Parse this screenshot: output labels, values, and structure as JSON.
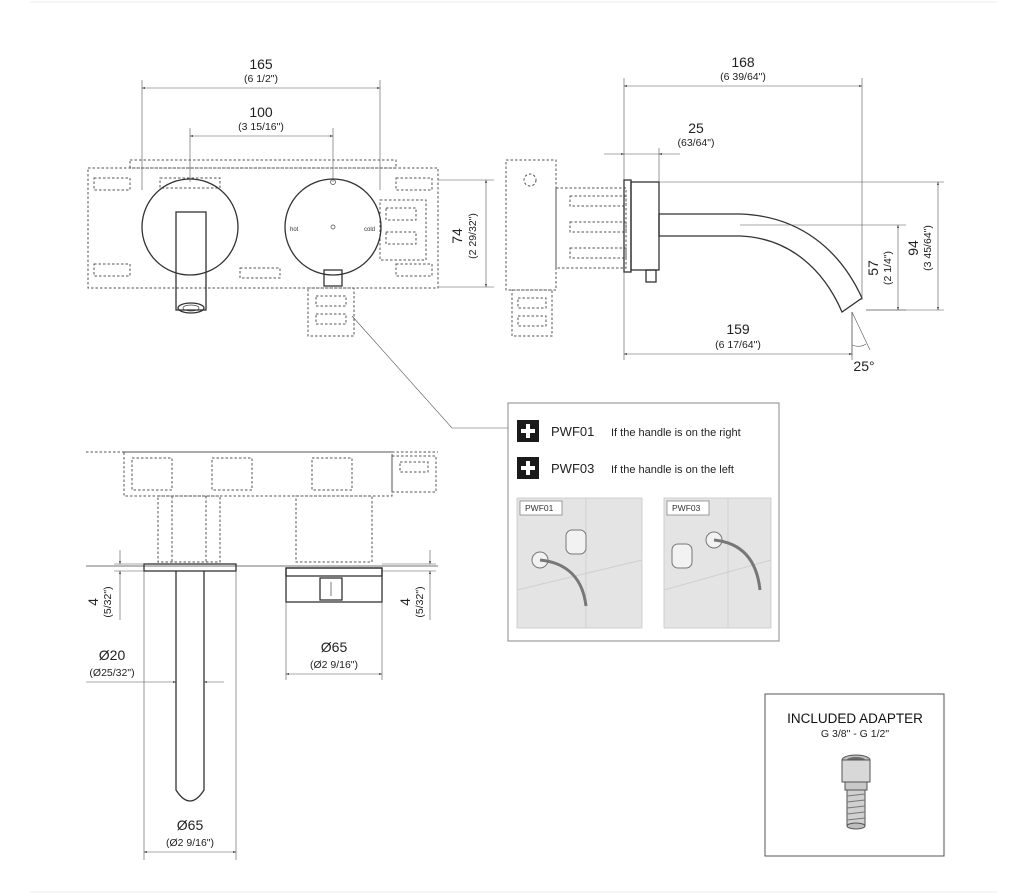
{
  "front_view": {
    "width_total": {
      "value": "165",
      "imperial": "(6 1/2\")"
    },
    "center_distance": {
      "value": "100",
      "imperial": "(3 15/16\")"
    },
    "height": {
      "value": "74",
      "imperial": "(2 29/32\")"
    },
    "handle_labels": {
      "hot": "hot",
      "cold": "cold"
    }
  },
  "side_view": {
    "projection": {
      "value": "168",
      "imperial": "(6 39/64\")"
    },
    "plate_depth": {
      "value": "25",
      "imperial": "(63/64\")"
    },
    "spout_reach": {
      "value": "159",
      "imperial": "(6 17/64\")"
    },
    "spout_drop": {
      "value": "57",
      "imperial": "(2 1/4\")"
    },
    "overall_height": {
      "value": "94",
      "imperial": "(3 45/64\")"
    },
    "angle": "25°"
  },
  "section_view": {
    "plate_left": {
      "value": "4",
      "imperial": "(5/32\")"
    },
    "plate_right": {
      "value": "4",
      "imperial": "(5/32\")"
    },
    "spout_diameter": {
      "value": "Ø20",
      "imperial": "(Ø25/32\")"
    },
    "handle_diameter": {
      "value": "Ø65",
      "imperial": "(Ø2 9/16\")"
    },
    "spout_plate_diameter": {
      "value": "Ø65",
      "imperial": "(Ø2 9/16\")"
    }
  },
  "option_card": {
    "options": [
      {
        "code": "PWF01",
        "desc": "If the handle is on the right"
      },
      {
        "code": "PWF03",
        "desc": "If the handle is on the left"
      }
    ],
    "photos": [
      {
        "tag": "PWF01"
      },
      {
        "tag": "PWF03"
      }
    ]
  },
  "adapter_box": {
    "title": "INCLUDED ADAPTER",
    "subtitle": "G 3/8\" - G 1/2\""
  },
  "colors": {
    "line": "#333333",
    "dim_line": "#555555",
    "photo_bg": "#e4e4e4",
    "badge": "#1a1a1a"
  }
}
